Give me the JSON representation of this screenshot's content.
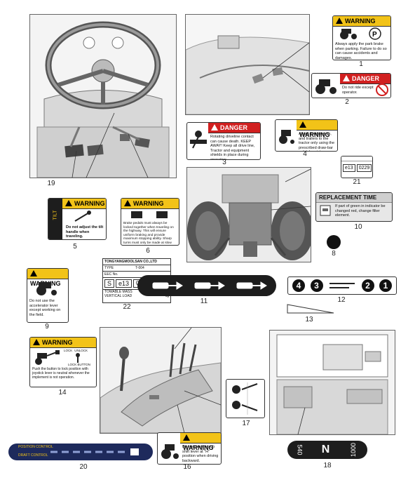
{
  "callouts": {
    "n1": "1",
    "n2": "2",
    "n3": "3",
    "n4": "4",
    "n5": "5",
    "n6": "6",
    "n7": "",
    "n8": "8",
    "n9": "9",
    "n10": "10",
    "n11": "11",
    "n12": "12",
    "n13": "13",
    "n14": "14",
    "n16": "16",
    "n17": "17",
    "n18": "18",
    "n19": "19",
    "n20": "20",
    "n21": "21",
    "n22": "22"
  },
  "warning_word": "WARNING",
  "danger_word": "DANGER",
  "labels": {
    "l1": "Always apply the park brake when parking. Failure to do so can cause accidents and damages.",
    "l2": "Do not ride except operator.",
    "l3": "Rotating driveline contact can cause death. KEEP AWAY! Keep all drive line, Tractor and equipment shields in place during operation.",
    "l4": "Attach implements, and trailers to the tractor only using the prescribed draw-bar or hitch point.",
    "l5": "Do not adjust the tilt handle when traveling.",
    "l6": "Brake pedals must always be locked together when traveling on the highway. This will ensure uniform braking and provide maximum stopping ability. Sharp turns must only be made at slow speeds.",
    "l9": "Do not use the accelerator lever except working on the field.",
    "l10_title": "REPLACEMENT TIME",
    "l10": "If part of green in indicator be changed red, change filter element.",
    "l14": "Push the button to lock position with joystick lever is neutral whenever the implement is not operation.",
    "l14_lock": "LOCK",
    "l14_unlock": "UNLOCK",
    "l14_button": "LOCK BUTTON",
    "l16": "Do not use the sub shift lever at \"H\" position when driving backward.",
    "l21_left": "e13",
    "l21_right": "0229",
    "l22_company": "TONGYANGMOOLSAN CO.,LTD",
    "l22_type_key": "TYPE",
    "l22_type_val": "T-004",
    "l22_eec_key": "EEC No.",
    "l22_s": "S",
    "l22_e13": "e13",
    "l22_num": "0229",
    "l22_tow_key": "TOWABLE MASS",
    "l22_tow_val": "kg",
    "l22_vert_key": "VERTICAL LOAD",
    "l22_vert_val": "kg",
    "l18_left": "540",
    "l18_mid": "N",
    "l18_right": "1000",
    "l12_g1": "4",
    "l12_g2": "3",
    "l12_g3": "2",
    "l12_g4": "1",
    "l20_top": "POSITION CONTROL",
    "l20_bottom": "DRAFT CONTROL",
    "l5_side": "TILT"
  },
  "colors": {
    "warning": "#f2c318",
    "danger": "#d12020",
    "dark_label": "#1d1d1d",
    "navy": "#1e2a5c"
  }
}
